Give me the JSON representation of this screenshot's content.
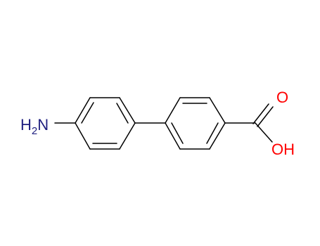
{
  "molecule": {
    "atoms": {
      "amine": {
        "main": "H",
        "sub": "2",
        "tail": "N"
      },
      "carbonyl_oxygen": {
        "label": "O"
      },
      "hydroxyl": {
        "label": "OH"
      }
    },
    "colors": {
      "bond": "#000000",
      "nitrogen": "#202080",
      "oxygen": "#ff0000",
      "background": "#ffffff"
    }
  }
}
